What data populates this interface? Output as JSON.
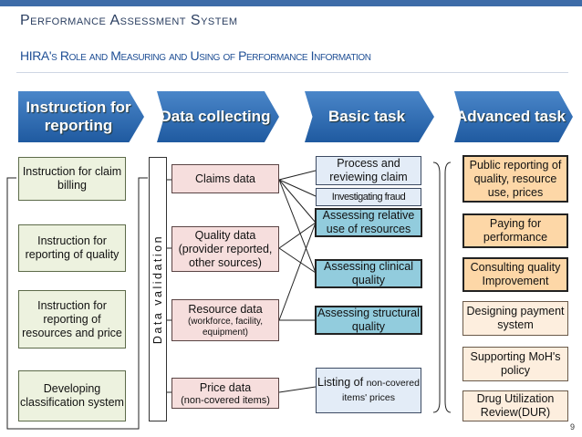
{
  "header": {
    "title": "Performance Assessment System",
    "subtitle": "HIRA's Role and Measuring and Using of Performance Information"
  },
  "stages": [
    {
      "label": "Instruction for reporting"
    },
    {
      "label": "Data collecting"
    },
    {
      "label": "Basic task"
    },
    {
      "label": "Advanced task"
    }
  ],
  "instruction_boxes": [
    "Instruction for claim billing",
    "Instruction for reporting of quality",
    "Instruction for reporting of resources and price",
    "Developing classification system"
  ],
  "data_validation": "Data validation",
  "data_boxes": [
    {
      "main": "Claims data",
      "sub": ""
    },
    {
      "main": "Quality data (provider reported, other sources)",
      "sub": ""
    },
    {
      "main": "Resource data",
      "sub": "(workforce, facility, equipment)"
    },
    {
      "main": "Price data",
      "sub": "(non-covered items)"
    }
  ],
  "basic_boxes": [
    {
      "label": "Process and reviewing claim"
    },
    {
      "label": "Investigating fraud"
    },
    {
      "label": "Assessing relative use of resources"
    },
    {
      "label": "Assessing clinical quality"
    },
    {
      "label": "Assessing structural quality"
    },
    {
      "main": "Listing of",
      "rest": "non-covered items' prices"
    }
  ],
  "advanced_boxes": [
    "Public reporting of quality, resource use, prices",
    "Paying for performance",
    "Consulting quality Improvement",
    "Designing payment system",
    "Supporting MoH's policy",
    "Drug Utilization Review(DUR)"
  ],
  "page_number": "9",
  "colors": {
    "arrow_gradient_top": "#4a86c9",
    "arrow_gradient_bottom": "#1f5aa0",
    "instruction_fill": "#edf2df",
    "data_fill": "#f6dedd",
    "basic_fill": "#e3ecf7",
    "basic_highlight": "#92ccdd",
    "advanced_highlight": "#fdd7a7",
    "advanced_fill": "#fdeede"
  }
}
